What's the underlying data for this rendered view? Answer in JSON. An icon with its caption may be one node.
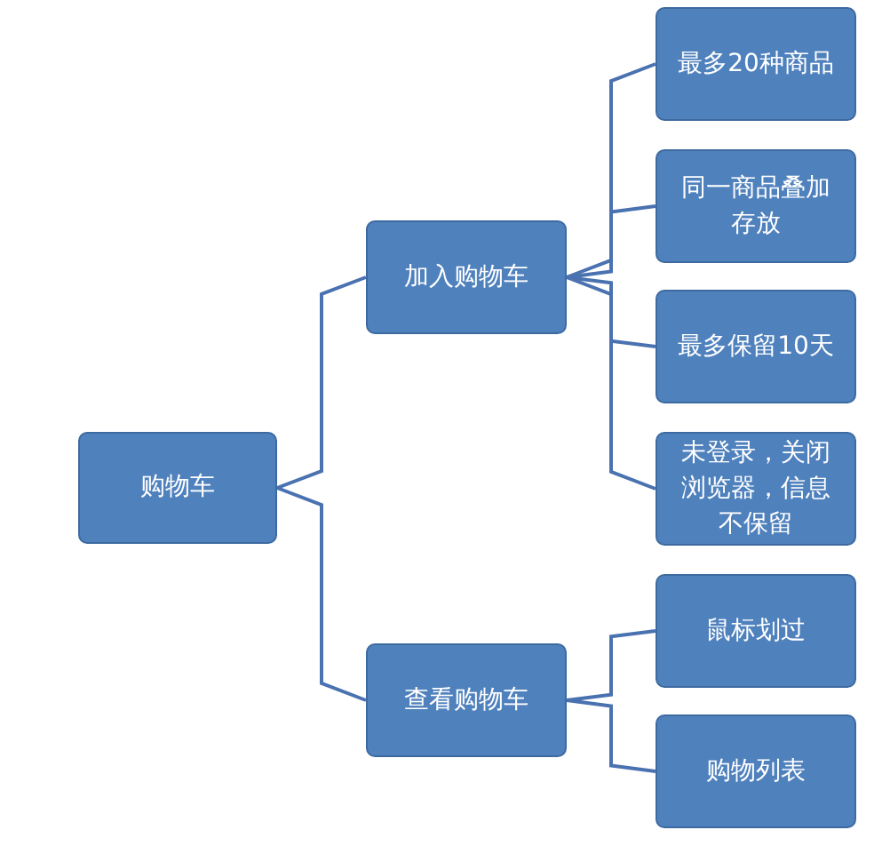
{
  "diagram": {
    "nodes": [
      {
        "text": [
          "购物车"
        ]
      },
      {
        "text": [
          "加入购物车"
        ]
      },
      {
        "text": [
          "查看购物车"
        ]
      },
      {
        "text": [
          "最多20种商品"
        ]
      },
      {
        "text": [
          "同一商品叠加存放"
        ]
      },
      {
        "text": [
          "最多保留10天"
        ]
      },
      {
        "text": [
          "未登录，关闭浏览器，信息不保留"
        ]
      },
      {
        "text": [
          "鼠标划过"
        ]
      },
      {
        "text": [
          "购物列表"
        ]
      }
    ],
    "edges": [
      {
        "from": 0,
        "to": 1,
        "arrow": "none"
      },
      {
        "from": 0,
        "to": 2,
        "arrow": "none"
      },
      {
        "from": 1,
        "to": 3,
        "arrow": "none"
      },
      {
        "from": 1,
        "to": 4,
        "arrow": "none"
      },
      {
        "from": 1,
        "to": 5,
        "arrow": "none"
      },
      {
        "from": 1,
        "to": 6,
        "arrow": "none"
      },
      {
        "from": 2,
        "to": 7,
        "arrow": "none"
      },
      {
        "from": 2,
        "to": 8,
        "arrow": "none"
      }
    ]
  }
}
